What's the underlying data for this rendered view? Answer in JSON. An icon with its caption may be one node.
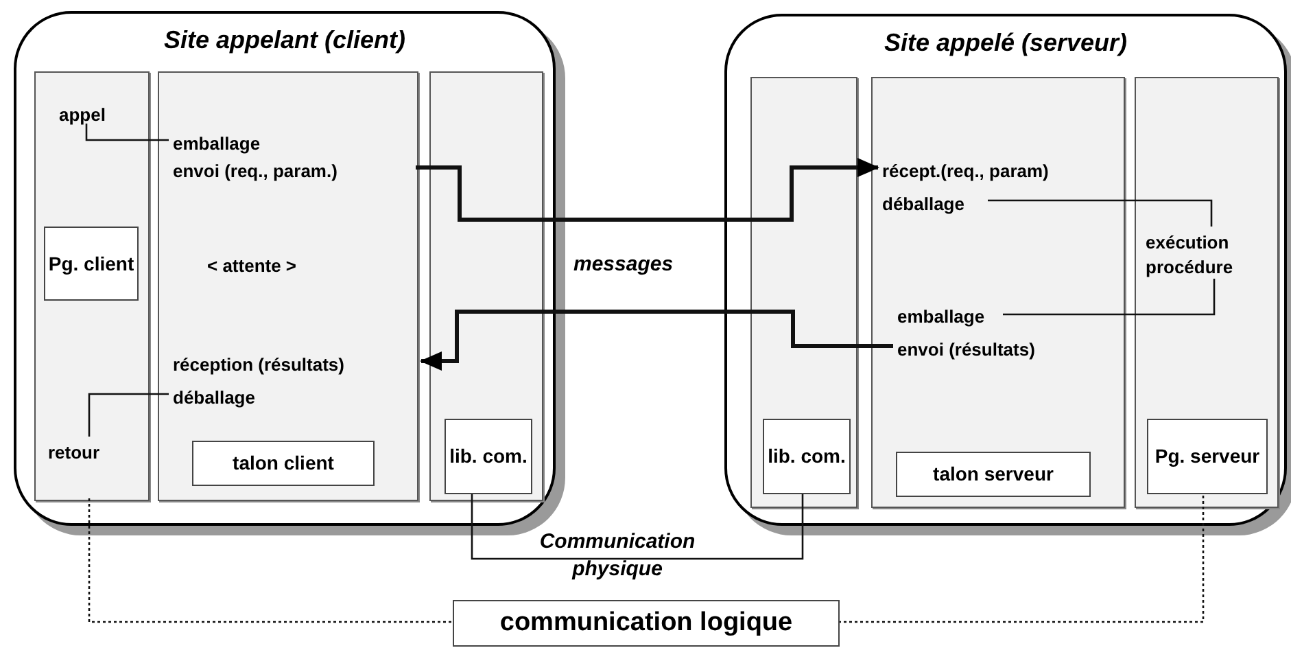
{
  "diagram": {
    "nodes": [
      {
        "text": [
          "Site appelant (client)"
        ]
      },
      {
        "text": [],
        "shape": "box",
        "in": 0
      },
      {
        "text": [],
        "shape": "box",
        "in": 0
      },
      {
        "text": [],
        "shape": "box",
        "in": 0
      },
      {
        "text": [
          "appel"
        ],
        "in": 1
      },
      {
        "text": [
          "Pg. client"
        ],
        "in": 1
      },
      {
        "text": [
          "retour"
        ],
        "in": 1
      },
      {
        "text": [
          "emballage"
        ],
        "in": 2
      },
      {
        "text": [
          "envoi (req., param.)"
        ],
        "in": 2
      },
      {
        "text": [
          "< attente >"
        ],
        "in": 2
      },
      {
        "text": [
          "réception (résultats)"
        ],
        "in": 2
      },
      {
        "text": [
          "déballage"
        ],
        "in": 2
      },
      {
        "text": [
          "talon client"
        ],
        "in": 2
      },
      {
        "text": [
          "lib. com."
        ],
        "in": 3
      },
      {
        "text": [
          "Site appelé (serveur)"
        ]
      },
      {
        "text": [],
        "shape": "box",
        "in": 14
      },
      {
        "text": [],
        "shape": "box",
        "in": 14
      },
      {
        "text": [],
        "shape": "box",
        "in": 14
      },
      {
        "text": [
          "récept.(req., param)"
        ],
        "in": 16
      },
      {
        "text": [
          "déballage"
        ],
        "in": 16
      },
      {
        "text": [
          "exécution procédure"
        ],
        "in": 17
      },
      {
        "text": [
          "emballage"
        ],
        "in": 16
      },
      {
        "text": [
          "envoi (résultats)"
        ],
        "in": 16
      },
      {
        "text": [
          "lib. com."
        ],
        "in": 15
      },
      {
        "text": [
          "talon serveur"
        ],
        "in": 16
      },
      {
        "text": [
          "Pg. serveur"
        ],
        "in": 17
      },
      {
        "text": [
          "communication logique"
        ]
      }
    ],
    "edges": [
      {
        "from": 4,
        "to": 7,
        "arrow": "none"
      },
      {
        "from": 8,
        "to": 18,
        "arrow": "to",
        "style": "thick"
      },
      {
        "from": 19,
        "to": 20,
        "arrow": "none"
      },
      {
        "from": 20,
        "to": 21,
        "arrow": "none"
      },
      {
        "from": 22,
        "to": 10,
        "arrow": "to",
        "style": "thick"
      },
      {
        "from": 11,
        "to": 6,
        "arrow": "none"
      },
      {
        "from": 13,
        "to": 23,
        "arrow": "none",
        "label": "Communication physique"
      },
      {
        "from": 1,
        "to": 26,
        "arrow": "none",
        "style": "dashed"
      },
      {
        "from": 25,
        "to": 26,
        "arrow": "none",
        "style": "dashed"
      }
    ],
    "labels": [
      "messages"
    ]
  }
}
